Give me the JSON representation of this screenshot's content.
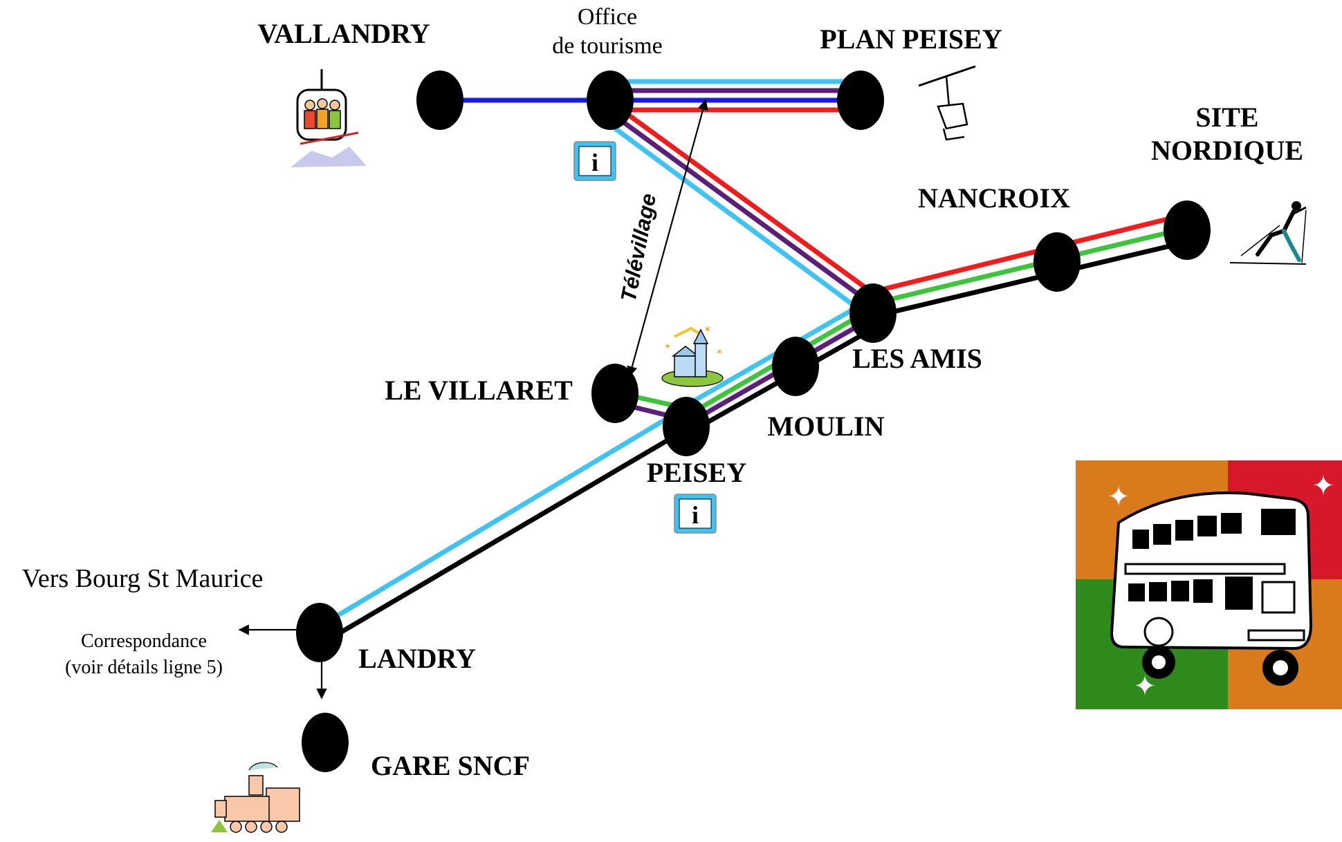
{
  "colors": {
    "light_blue": "#3fc3f2",
    "purple": "#5a1f78",
    "blue": "#1a1ae6",
    "red": "#f21c1c",
    "green": "#3ec43c",
    "black": "#000000",
    "bus_orange": "#d97a1c",
    "bus_red": "#d6182a",
    "bus_green": "#2f8a1c"
  },
  "stations": {
    "vallandry": "VALLANDRY",
    "office_line1": "Office",
    "office_line2": "de tourisme",
    "plan_peisey": "PLAN PEISEY",
    "site_nordique_line1": "SITE",
    "site_nordique_line2": "NORDIQUE",
    "nancroix": "NANCROIX",
    "les_amis": "LES AMIS",
    "moulin": "MOULIN",
    "le_villaret": "LE VILLARET",
    "peisey": "PEISEY",
    "landry": "LANDRY",
    "gare_sncf": "GARE SNCF"
  },
  "annotations": {
    "televillage": "Télévillage",
    "vers_bourg": "Vers Bourg St Maurice",
    "correspondance_line1": "Correspondance",
    "correspondance_line2": "(voir détails ligne 5)",
    "info_glyph": "i"
  },
  "icons": [
    "chairlift-skiers-icon",
    "chairlift-icon",
    "info-icon",
    "church-icon",
    "cross-country-skier-icon",
    "train-icon",
    "double-decker-bus-icon"
  ]
}
